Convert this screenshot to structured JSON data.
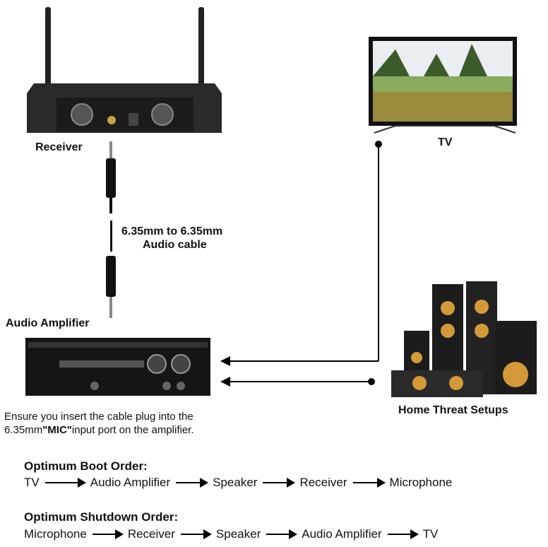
{
  "labels": {
    "receiver": "Receiver",
    "tv": "TV",
    "cable_line1": "6.35mm to 6.35mm",
    "cable_line2": "Audio cable",
    "amplifier": "Audio Amplifier",
    "home_theater": "Home Threat Setups"
  },
  "note": {
    "line1": "Ensure you insert the cable plug into the",
    "line2_prefix": "6.35mm",
    "line2_emph": "\"MIC\"",
    "line2_suffix": "input port on the amplifier."
  },
  "boot": {
    "title": "Optimum Boot Order:",
    "steps": [
      "TV",
      "Audio Amplifier",
      "Speaker",
      "Receiver",
      "Microphone"
    ]
  },
  "shutdown": {
    "title": "Optimum Shutdown Order:",
    "steps": [
      "Microphone",
      "Receiver",
      "Speaker",
      "Audio Amplifier",
      "TV"
    ]
  }
}
